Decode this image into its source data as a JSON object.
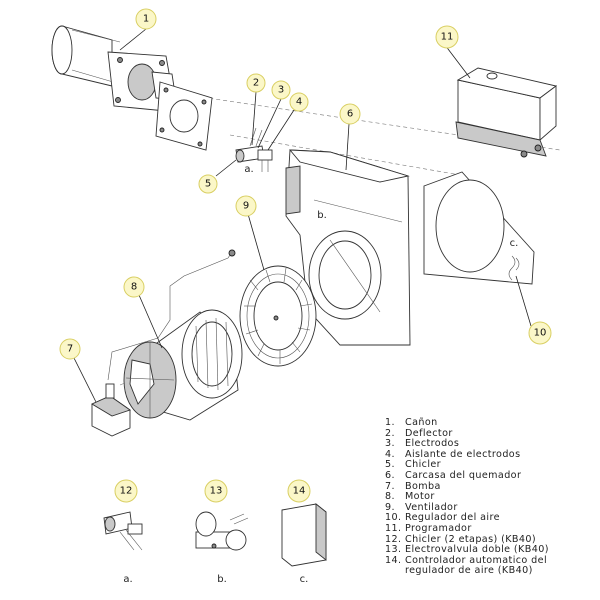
{
  "diagram": {
    "callouts": [
      "1",
      "2",
      "3",
      "4",
      "5",
      "6",
      "7",
      "8",
      "9",
      "10",
      "11",
      "12",
      "13",
      "14"
    ],
    "labels": {
      "a_main": "a.",
      "b_main": "b.",
      "c_main": "c.",
      "a_bottom": "a.",
      "b_bottom": "b.",
      "c_bottom": "c."
    }
  },
  "legend": [
    {
      "num": "1.",
      "text": "Cañon"
    },
    {
      "num": "2.",
      "text": "Deflector"
    },
    {
      "num": "3.",
      "text": "Electrodos"
    },
    {
      "num": "4.",
      "text": "Aislante de electrodos"
    },
    {
      "num": "5.",
      "text": "Chicler"
    },
    {
      "num": "6.",
      "text": "Carcasa del quemador"
    },
    {
      "num": "7.",
      "text": "Bomba"
    },
    {
      "num": "8.",
      "text": "Motor"
    },
    {
      "num": "9.",
      "text": "Ventilador"
    },
    {
      "num": "10.",
      "text": "Regulador del aire"
    },
    {
      "num": "11.",
      "text": "Programador"
    },
    {
      "num": "12.",
      "text": "Chicler (2 etapas) (KB40)"
    },
    {
      "num": "13.",
      "text": "Electrovalvula doble (KB40)"
    },
    {
      "num": "14.",
      "text": "Controlador automatico del"
    },
    {
      "num": "",
      "text": "regulador de aire (KB40)"
    }
  ]
}
